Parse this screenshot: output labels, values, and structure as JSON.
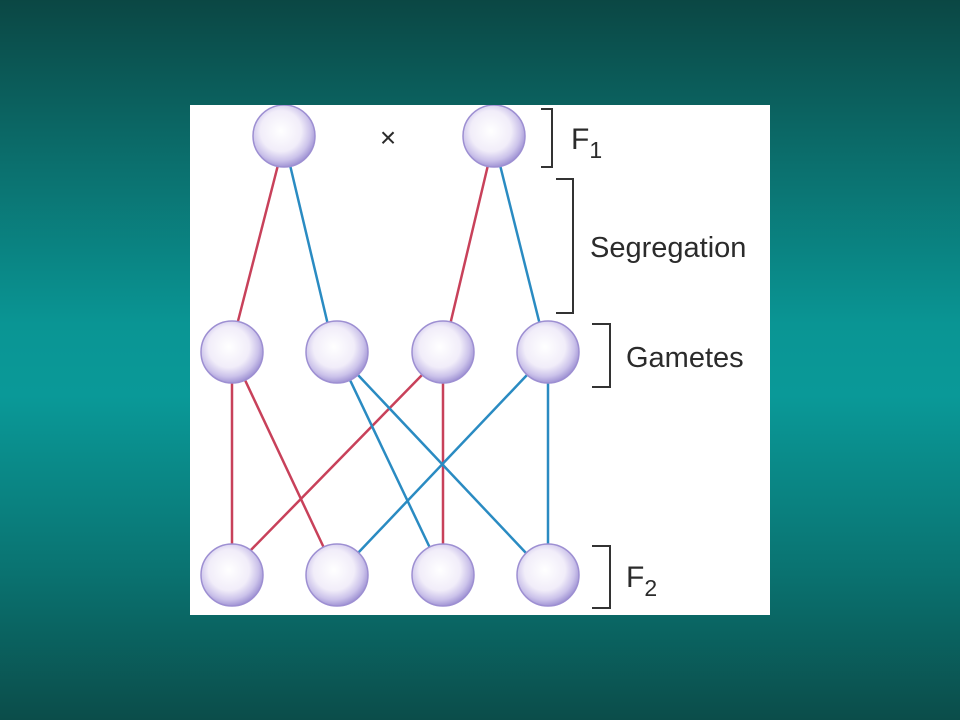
{
  "diagram": {
    "cross_symbol": "×",
    "labels": {
      "f1_letter": "F",
      "f1_subscript": "1",
      "segregation": "Segregation",
      "gametes": "Gametes",
      "f2_letter": "F",
      "f2_subscript": "2"
    },
    "colors": {
      "background_top": "#0b4744",
      "background_mid": "#0a9998",
      "red_lineage": "#c8415a",
      "blue_lineage": "#2a8bc2",
      "cell_fill": "#efeaf8",
      "cell_rim": "#9d8fd2",
      "bracket": "#333333"
    },
    "cells": {
      "f1": [
        "f1-parent-left",
        "f1-parent-right"
      ],
      "gametes": [
        "gamete-1",
        "gamete-2",
        "gamete-3",
        "gamete-4"
      ],
      "f2": [
        "f2-offspring-1",
        "f2-offspring-2",
        "f2-offspring-3",
        "f2-offspring-4"
      ]
    }
  }
}
